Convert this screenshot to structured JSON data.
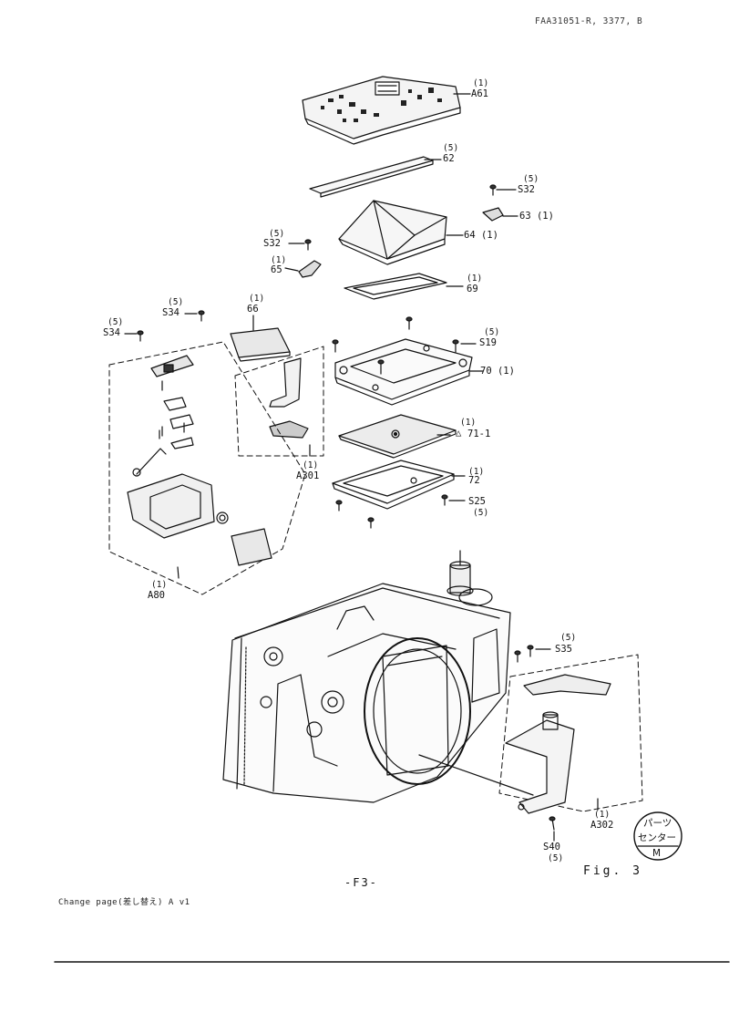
{
  "header": {
    "doc_code": "FAA31051-R, 3377, B"
  },
  "parts": [
    {
      "qty": "(1)",
      "ref": "A61"
    },
    {
      "qty": "(5)",
      "ref": "62"
    },
    {
      "qty": "(5)",
      "ref": "S32"
    },
    {
      "ref": "63 (1)"
    },
    {
      "ref": "64 (1)"
    },
    {
      "qty": "(5)",
      "ref": "S32"
    },
    {
      "qty": "(1)",
      "ref": "65"
    },
    {
      "qty": "(1)",
      "ref": "69"
    },
    {
      "qty": "(5)",
      "ref": "S34"
    },
    {
      "qty": "(1)",
      "ref": "66"
    },
    {
      "qty": "(5)",
      "ref": "S34"
    },
    {
      "qty": "(5)",
      "ref": "S19"
    },
    {
      "ref": "70 (1)"
    },
    {
      "qty": "(1)",
      "ref": "71-1"
    },
    {
      "qty": "(1)",
      "ref": "72"
    },
    {
      "qty": "(1)",
      "ref": "A301"
    },
    {
      "ref": "S25",
      "qty": "(5)"
    },
    {
      "qty": "(1)",
      "ref": "A80"
    },
    {
      "qty": "(5)",
      "ref": "S35"
    },
    {
      "qty": "(1)",
      "ref": "A302"
    },
    {
      "ref": "S40",
      "qty": "(5)"
    }
  ],
  "footer": {
    "page": "-F3-",
    "figure": "Fig. 3",
    "change_note": "Change page(差し替え) A v1"
  },
  "stamp": {
    "line1": "パーツ",
    "line2": "センター",
    "letter": "M"
  }
}
